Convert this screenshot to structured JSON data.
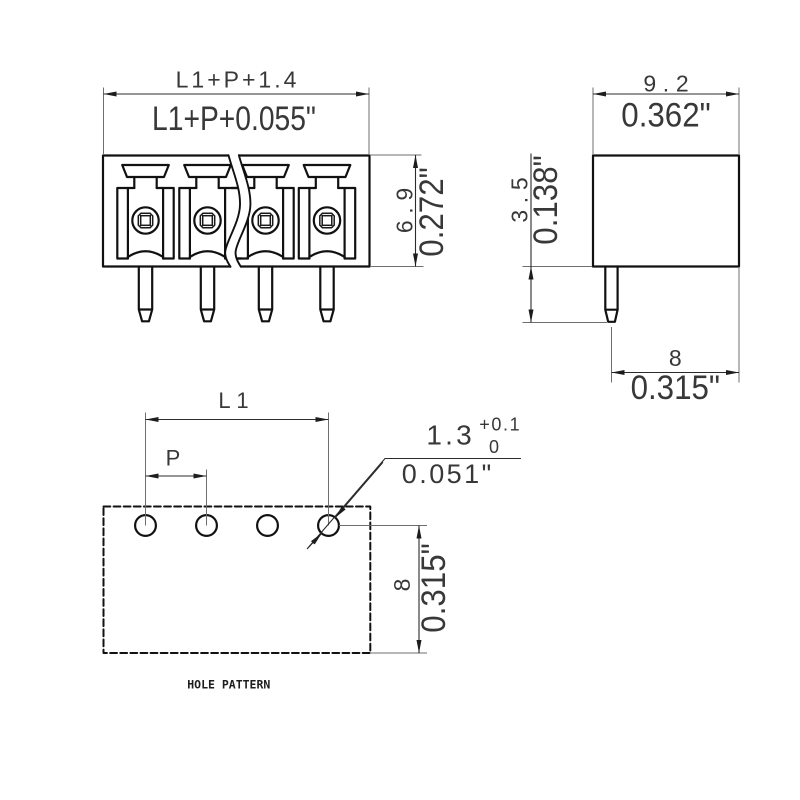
{
  "drawing": {
    "front_view": {
      "width_dim_mm": "L1+P+1.4",
      "width_dim_inch": "L1+P+0.055\"",
      "height_dim_mm": "6.9",
      "height_dim_inch": "0.272\""
    },
    "side_view": {
      "width_dim_mm": "9.2",
      "width_dim_inch": "0.362\"",
      "pin_length_dim_mm": "3.5",
      "pin_length_dim_inch": "0.138\"",
      "pin_offset_dim_mm": "8",
      "pin_offset_dim_inch": "0.315\""
    },
    "hole_pattern": {
      "span_dim": "L1",
      "pitch_dim": "P",
      "hole_dia_mm": "1.3",
      "hole_dia_tol_upper": "+0.1",
      "hole_dia_tol_lower": "0",
      "hole_dia_inch": "0.051\"",
      "row_offset_mm": "8",
      "row_offset_inch": "0.315\"",
      "caption": "HOLE PATTERN"
    },
    "colors": {
      "object_line": "#111111",
      "dimension_line": "#2b2b2b",
      "extension_line": "#6f6f6f",
      "text": "#383838",
      "background": "#ffffff"
    }
  }
}
